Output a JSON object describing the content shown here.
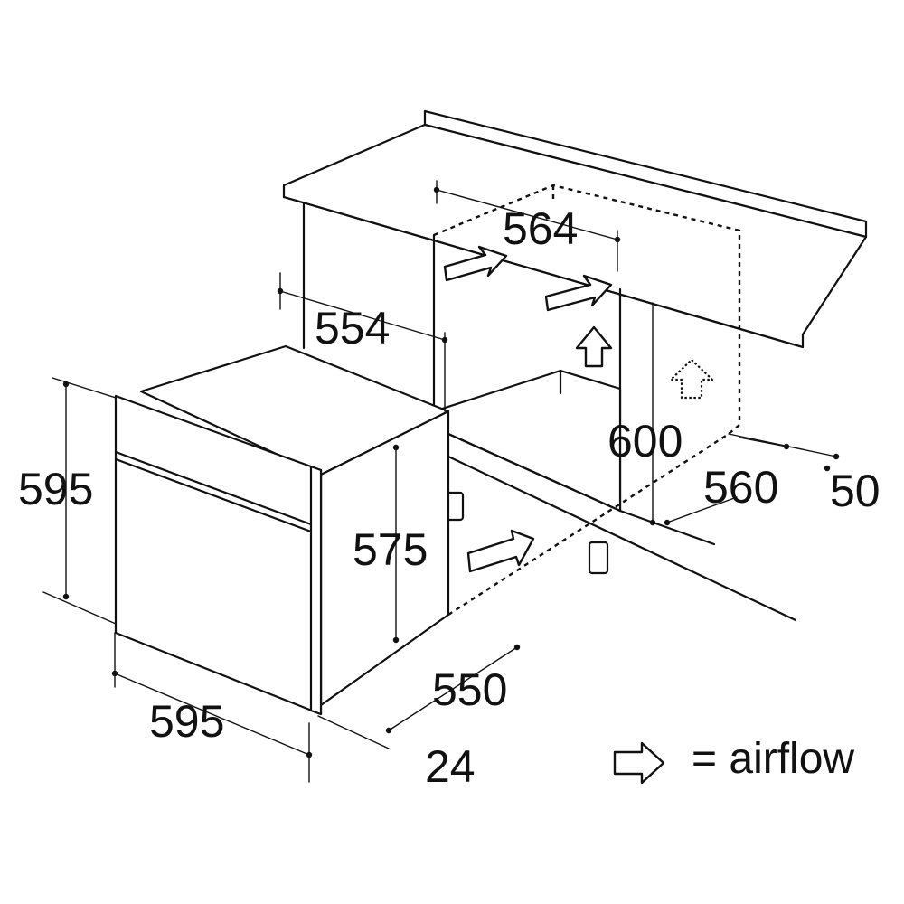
{
  "dimensions": {
    "niche_width_top": "564",
    "niche_width": "554",
    "appliance_height": "595",
    "niche_height": "575",
    "cabinet_height": "600",
    "niche_depth": "560",
    "clearance": "50",
    "appliance_width": "595",
    "appliance_depth": "550",
    "panel_thickness": "24"
  },
  "legend": {
    "label": "= airflow",
    "icon": "airflow-arrow-icon"
  }
}
